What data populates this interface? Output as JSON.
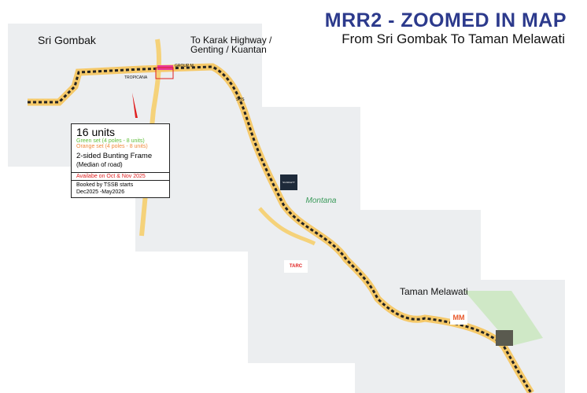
{
  "header": {
    "title": "MRR2 - ZOOMED IN MAP",
    "subtitle": "From Sri Gombak To Taman Melawati"
  },
  "map_labels": {
    "sri_gombak": "Sri Gombak",
    "to_karak_line1": "To Karak Highway /",
    "to_karak_line2": "Genting / Kuantan",
    "taman_melawati": "Taman Melawati",
    "tropicana": "TROPICANA",
    "group_m": "GROUP M",
    "sos": "SOS"
  },
  "info_box": {
    "units": "16 units",
    "green_set": "Green set (4 poles - 8 units)",
    "orange_set": "Orange set (4 poles - 8 units)",
    "frame_line1": "2-sided Bunting Frame",
    "frame_line2": "(Median of road)",
    "availability": "Availabe on Oct & Nov 2025",
    "booked_line1": "Booked by TSSB starts",
    "booked_line2": "Dec2025 -May2026"
  },
  "logos": {
    "scarlett": "SCARLETT",
    "montana": "Montana",
    "tarc": "TARC",
    "mm": "MM"
  },
  "colors": {
    "title": "#2c3a8c",
    "road": "#f5c96a",
    "route_border": "#222222",
    "green_set": "#5fbf3a",
    "orange_set": "#f08a3c",
    "availability": "#e02020",
    "pink_marker": "#e8399a"
  }
}
